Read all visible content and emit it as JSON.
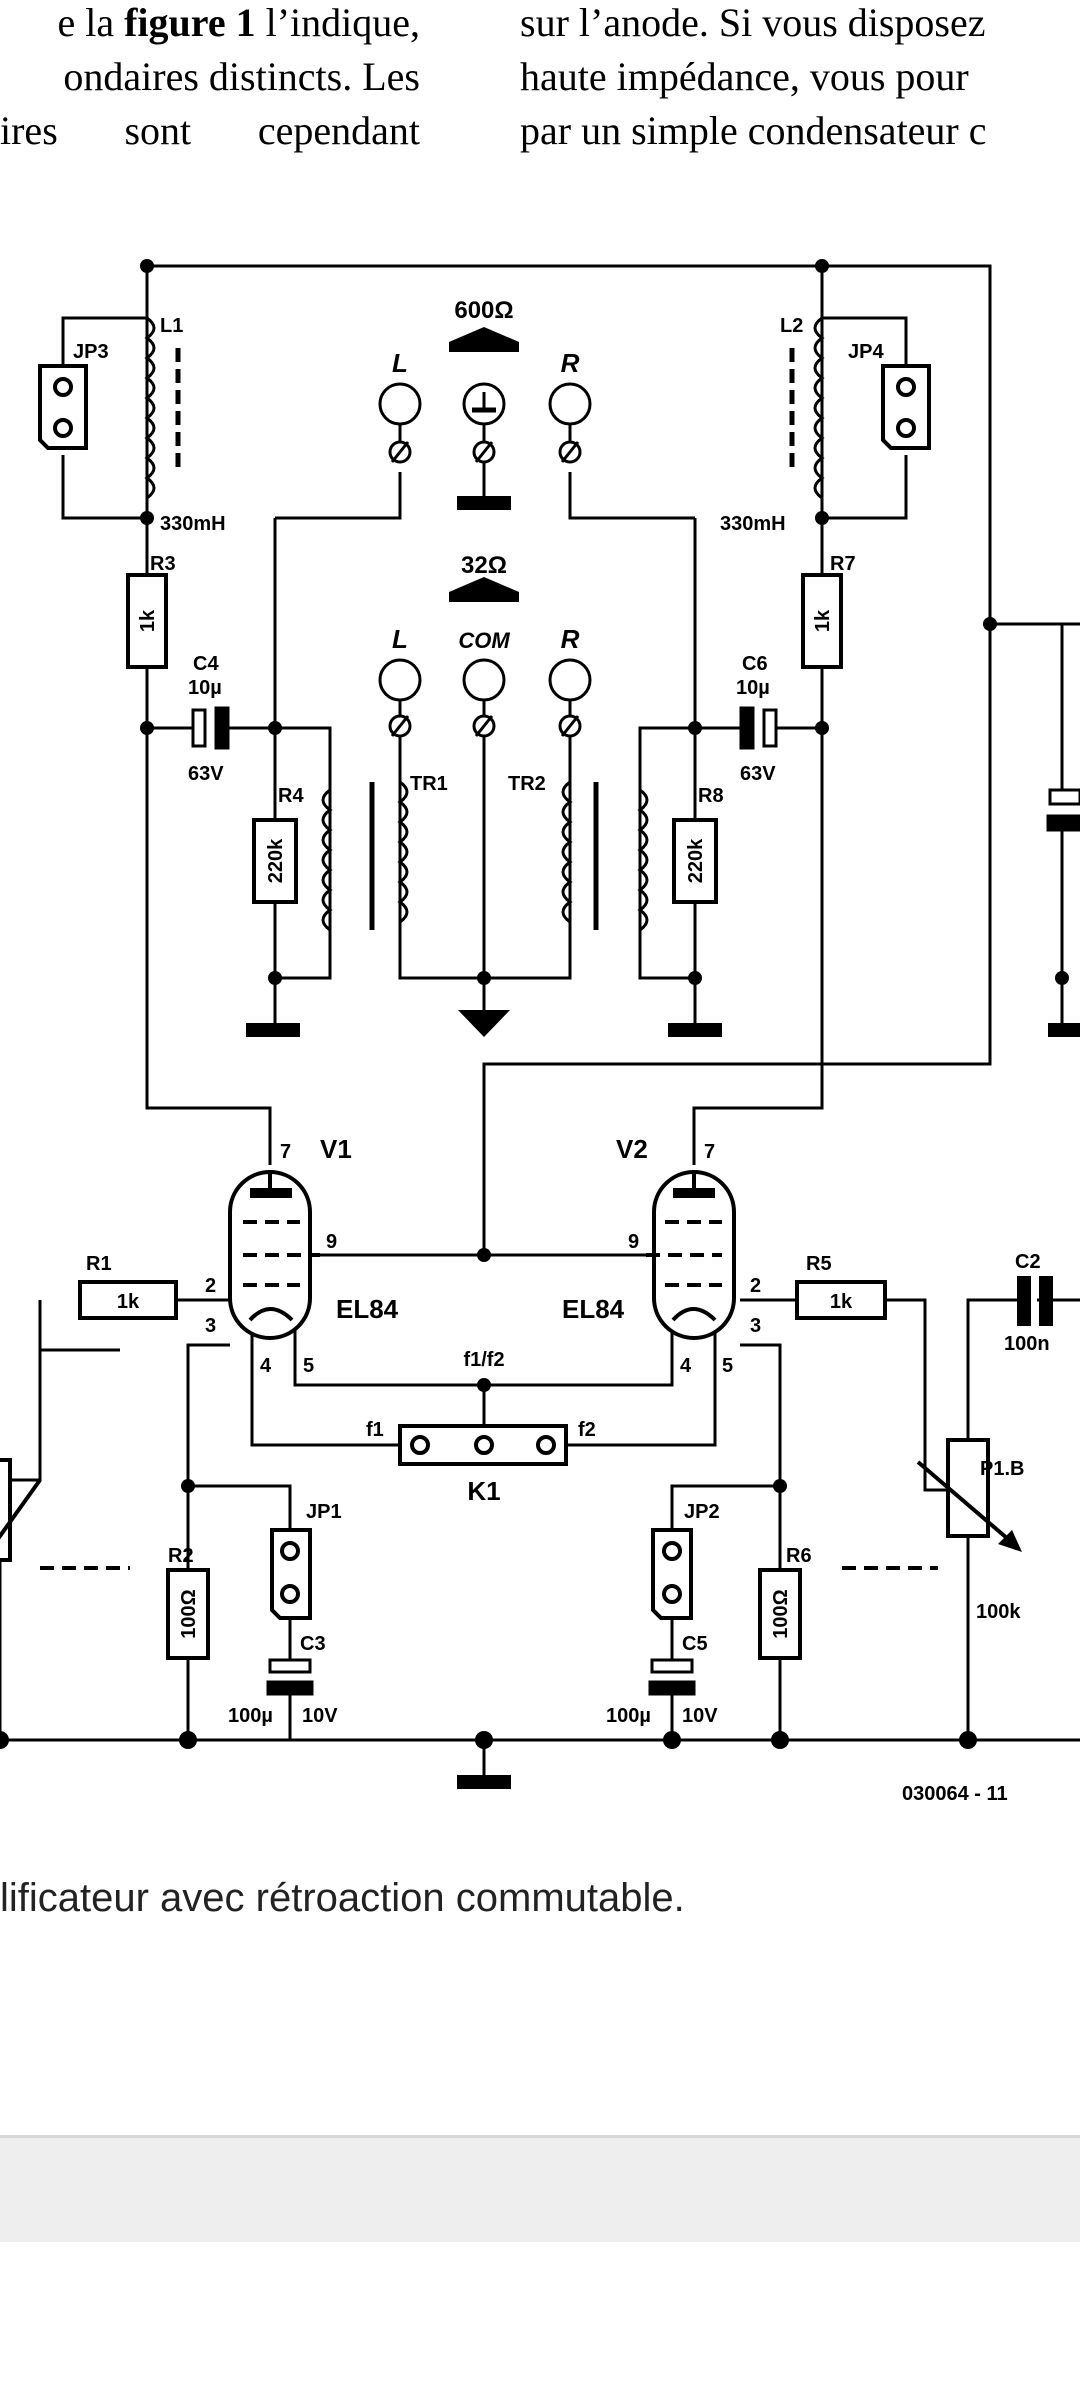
{
  "article": {
    "left_col_l1_pre": "e la ",
    "left_col_l1_bold": "figure 1",
    "left_col_l1_post": " l’indique,",
    "left_col_l2": "ondaires distincts. Les",
    "left_col_l3": "ires sont cependant",
    "right_col_l1": "sur l’anode. Si vous disposez",
    "right_col_l2": "haute impédance, vous pour",
    "right_col_l3": "par un simple condensateur c"
  },
  "schematic": {
    "output_600": "600Ω",
    "output_32": "32Ω",
    "L": "L",
    "R": "R",
    "COM": "COM",
    "jp3": "JP3",
    "jp4": "JP4",
    "jp1": "JP1",
    "jp2": "JP2",
    "l1": "L1",
    "l2": "L2",
    "l1_val": "330mH",
    "l2_val": "330mH",
    "r3": "R3",
    "r3_val": "1k",
    "r7": "R7",
    "r7_val": "1k",
    "c4": "C4",
    "c4_val": "10µ",
    "c4_v": "63V",
    "c6": "C6",
    "c6_val": "10µ",
    "c6_v": "63V",
    "r4": "R4",
    "r4_val": "220k",
    "r8": "R8",
    "r8_val": "220k",
    "tr1": "TR1",
    "tr2": "TR2",
    "v1": "V1",
    "v2": "V2",
    "el84_1": "EL84",
    "el84_2": "EL84",
    "pin7a": "7",
    "pin7b": "7",
    "pin9a": "9",
    "pin9b": "9",
    "pin2a": "2",
    "pin2b": "2",
    "pin3a": "3",
    "pin3b": "3",
    "pin4a": "4",
    "pin4b": "4",
    "pin5a": "5",
    "pin5b": "5",
    "r1": "R1",
    "r1_val": "1k",
    "r5": "R5",
    "r5_val": "1k",
    "c2": "C2",
    "c2_val": "100n",
    "p1b": "P1.B",
    "p1b_val": "100k",
    "f1f2": "f1/f2",
    "f1": "f1",
    "f2": "f2",
    "k1": "K1",
    "r2": "R2",
    "r2_val": "100Ω",
    "r6": "R6",
    "r6_val": "100Ω",
    "c3": "C3",
    "c3_val": "100µ",
    "c3_v": "10V",
    "c5": "C5",
    "c5_val": "100µ",
    "c5_v": "10V",
    "ref": "030064 - 11"
  },
  "caption": "lificateur avec rétroaction commutable."
}
